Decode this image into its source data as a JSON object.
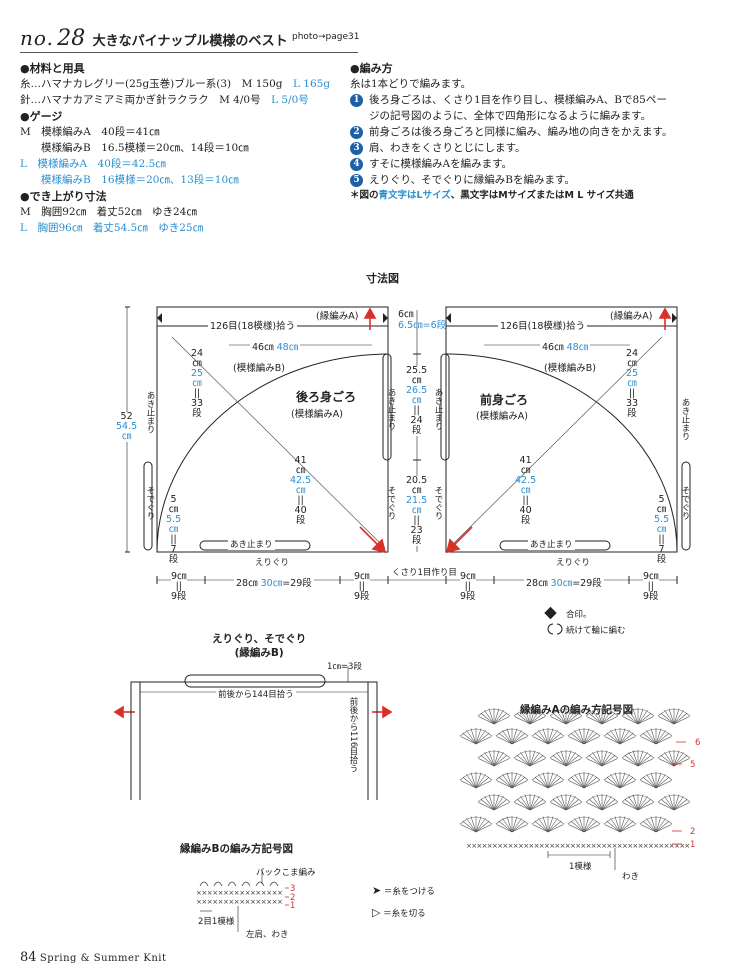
{
  "header": {
    "no_label": "no.",
    "no_number": "28",
    "title": "大きなパイナップル模様のベスト",
    "photo_ref": "photo→page31"
  },
  "materials": {
    "heading": "●材料と用具",
    "yarn_prefix": "糸…ハマナカレグリー(25g玉巻)ブルー系(3)　M 150g",
    "yarn_l": "L 165g",
    "needle_prefix": "針…ハマナカアミアミ両かぎ針ラクラク　M 4/0号",
    "needle_l": "L 5/0号"
  },
  "gauge": {
    "heading": "●ゲージ",
    "m_a": "M　模様編みA　40段＝41㎝",
    "m_b": "　　模様編みB　16.5模様＝20㎝、14段＝10㎝",
    "l_a": "L　模様編みA　40段＝42.5㎝",
    "l_b": "　　模様編みB　16模様＝20㎝、13段＝10㎝"
  },
  "finished": {
    "heading": "●でき上がり寸法",
    "m": "M　胸囲92㎝　着丈52㎝　ゆき24㎝",
    "l": "L　胸囲96㎝　着丈54.5㎝　ゆき25㎝"
  },
  "method": {
    "heading": "●編み方",
    "intro": "糸は1本どりで編みます。",
    "steps": [
      {
        "num": "1",
        "text": "後ろ身ごろは、くさり1目を作り目し、模様編みA、Bで85ペー"
      },
      {
        "num": "",
        "text": "ジの記号図のように、全体で四角形になるように編みます。"
      },
      {
        "num": "2",
        "text": "前身ごろは後ろ身ごろと同様に編み、編み地の向きをかえます。"
      },
      {
        "num": "3",
        "text": "肩、わきをくさりとじにします。"
      },
      {
        "num": "4",
        "text": "すそに模様編みAを編みます。"
      },
      {
        "num": "5",
        "text": "えりぐり、そでぐりに縁編みBを編みます。"
      }
    ],
    "note_prefix": "＊図の",
    "note_blue": "青文字はLサイズ",
    "note_suffix": "、黒文字はMサイズまたはM L サイズ共通"
  },
  "diagram": {
    "title": "寸法図",
    "back": {
      "name": "後ろ身ごろ",
      "sub": "(模様編みA)"
    },
    "front": {
      "name": "前身ごろ",
      "sub": "(模様編みA)"
    },
    "edging_a": "(縁編みA)",
    "pattern_b": "(模様編みB)",
    "top_count": "126目(18模様)拾う",
    "width_46": "46㎝",
    "width_48": "48㎝",
    "diag24": [
      "24",
      "㎝",
      "25",
      "㎝",
      "||",
      "33",
      "段"
    ],
    "diag41": [
      "41",
      "㎝",
      "42.5",
      "㎝",
      "||",
      "40",
      "段"
    ],
    "side5": [
      "5",
      "㎝",
      "5.5",
      "㎝",
      "||",
      "7",
      "段"
    ],
    "height52": [
      "52",
      "54.5",
      "㎝"
    ],
    "center6": "6㎝",
    "center6b": "6.5㎝=6段",
    "center25": [
      "25.5",
      "㎝",
      "26.5",
      "㎝",
      "||",
      "24",
      "段"
    ],
    "center20": [
      "20.5",
      "㎝",
      "21.5",
      "㎝",
      "||",
      "23",
      "段"
    ],
    "ake": "あき止まり",
    "sodeguri": "そでぐり",
    "eriguri": "えりぐり",
    "kusari": "くさり1目作り目",
    "bottom_9": "9㎝",
    "bottom_9dan": "9段",
    "bottom_28": "28㎝",
    "bottom_30": "30㎝",
    "bottom_29": "=29段",
    "eq": "||"
  },
  "legend": {
    "mark1": "合印。",
    "mark2": "続けて輪に編む"
  },
  "collar": {
    "title1": "えりぐり、そでぐり",
    "title2": "(縁編みB)",
    "onecm": "1㎝=3段",
    "pick": "前後から144目拾う",
    "side": "前後から116目拾う"
  },
  "chart_a": {
    "title": "縁編みAの編み方記号図",
    "rows": [
      "6",
      "5",
      "2",
      "1"
    ],
    "repeat": "1模様",
    "waki": "わき"
  },
  "chart_b": {
    "title": "縁編みBの編み方記号図",
    "back": "バックこま編み",
    "rows": [
      "3",
      "2",
      "1"
    ],
    "repeat": "2目1模様",
    "shoulder": "左肩、わき"
  },
  "symbols": {
    "attach": "＝糸をつける",
    "cut": "＝糸を切る"
  },
  "footer": {
    "page": "84",
    "book": "Spring & Summer Knit"
  }
}
